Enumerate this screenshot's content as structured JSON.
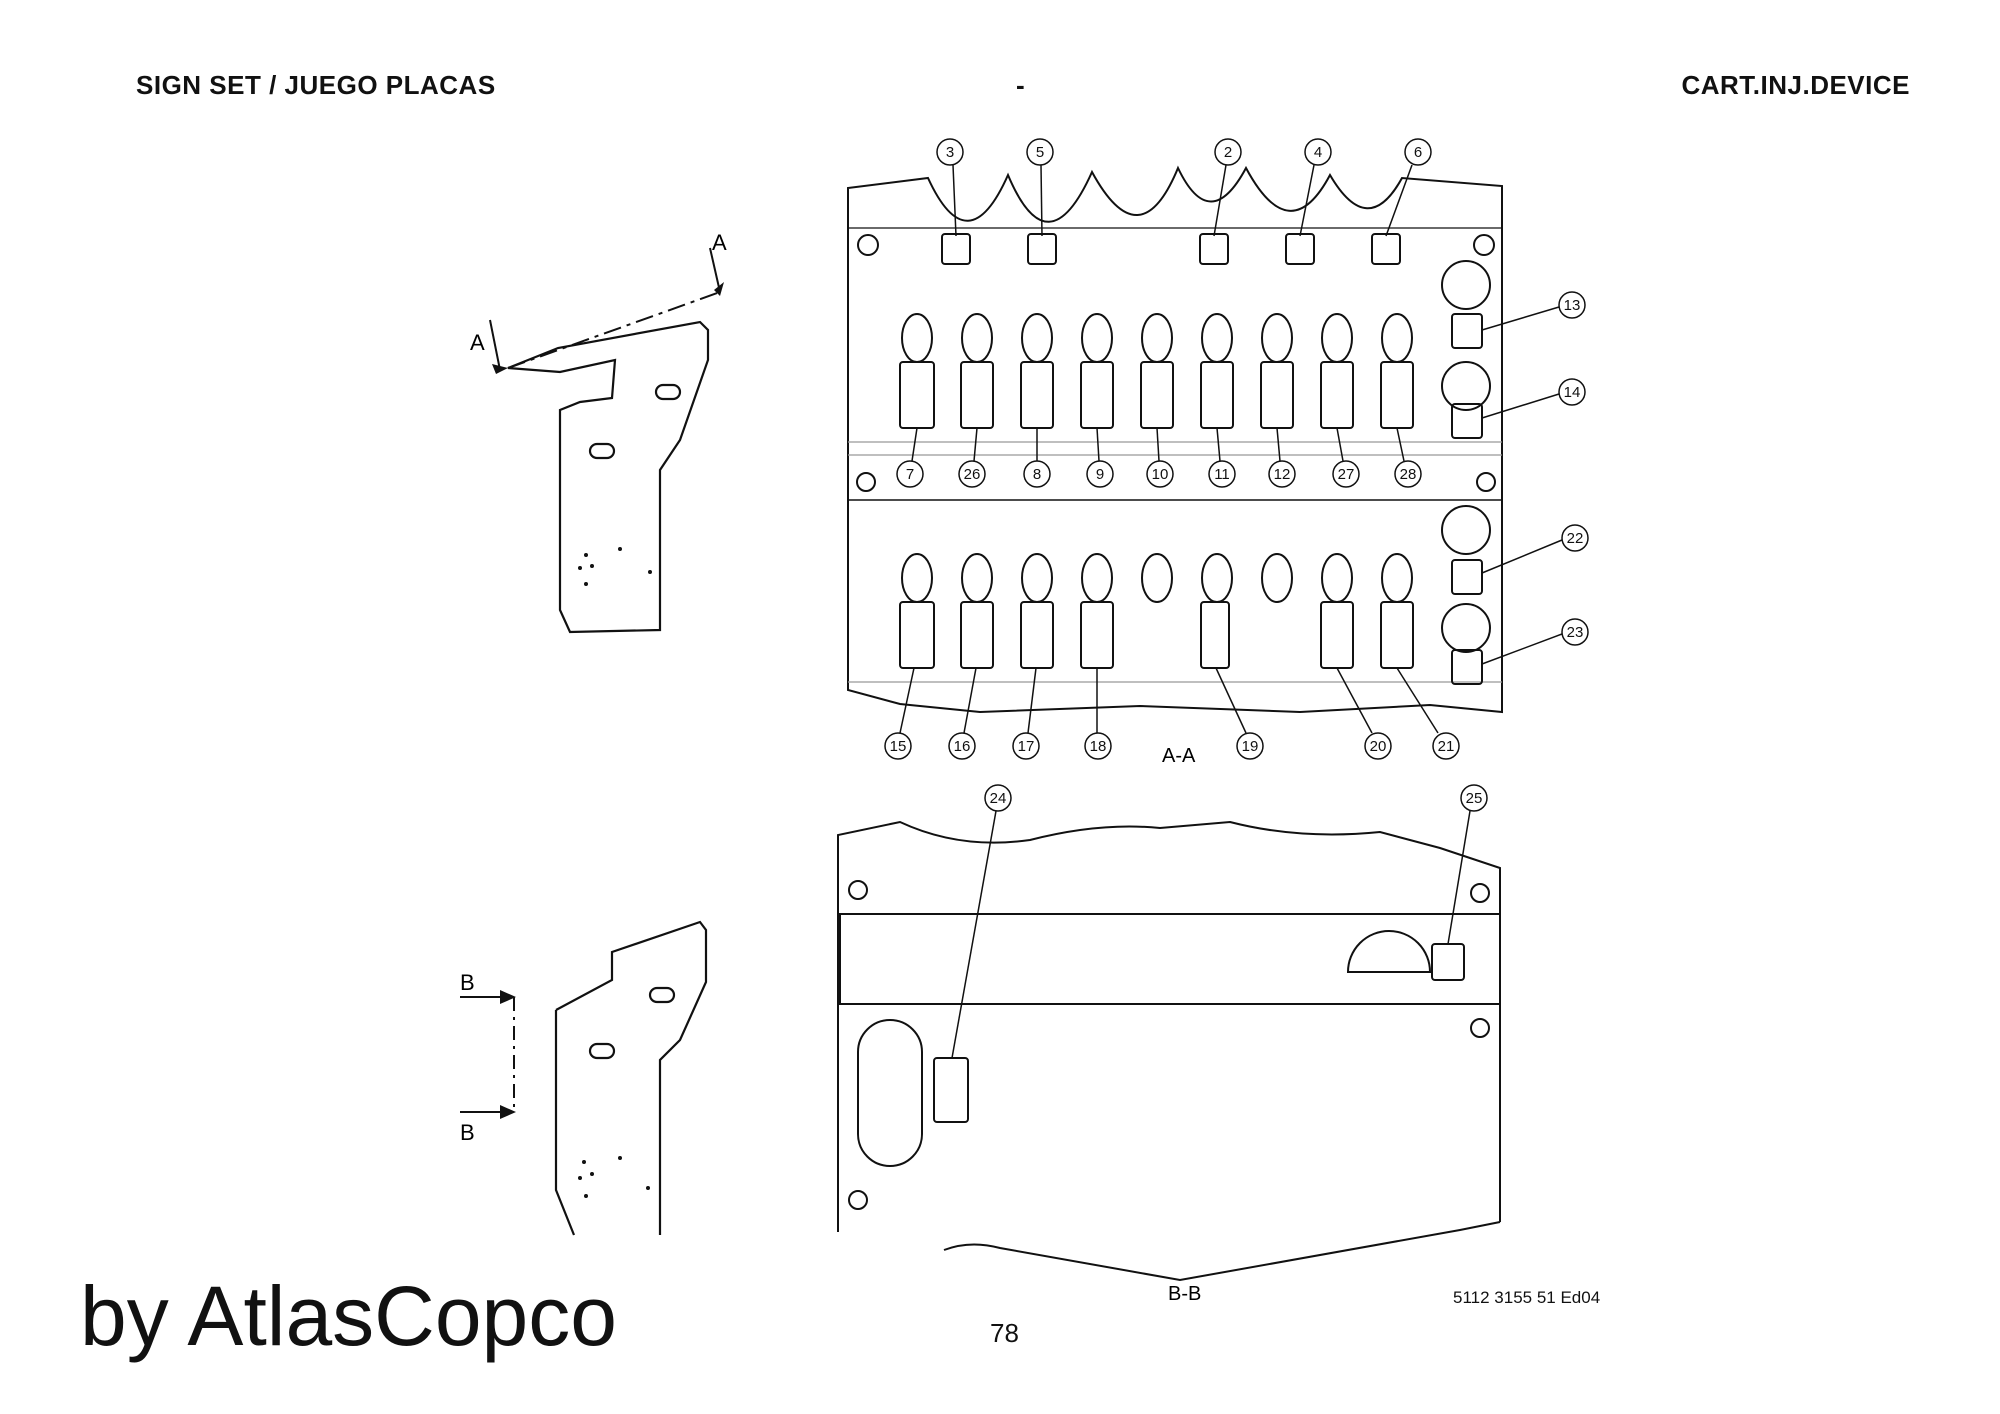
{
  "header": {
    "left": "SIGN SET / JUEGO PLACAS",
    "center": "-",
    "right": "CART.INJ.DEVICE"
  },
  "footer": {
    "brand": "by AtlasCopco",
    "page_number": "78",
    "document_ref": "5112 3155 51 Ed04"
  },
  "views": {
    "section_a": "A-A",
    "section_b": "B-B",
    "cut_a": "A",
    "cut_b": "B"
  },
  "callouts": {
    "top_row": [
      "3",
      "5",
      "2",
      "4",
      "6"
    ],
    "right_upper": [
      "13",
      "14"
    ],
    "middle_row": [
      "7",
      "26",
      "8",
      "9",
      "10",
      "11",
      "12",
      "27",
      "28"
    ],
    "right_lower": [
      "22",
      "23"
    ],
    "bottom_row": [
      "15",
      "16",
      "17",
      "18",
      "19",
      "20",
      "21"
    ],
    "view_b": [
      "24",
      "25"
    ]
  }
}
